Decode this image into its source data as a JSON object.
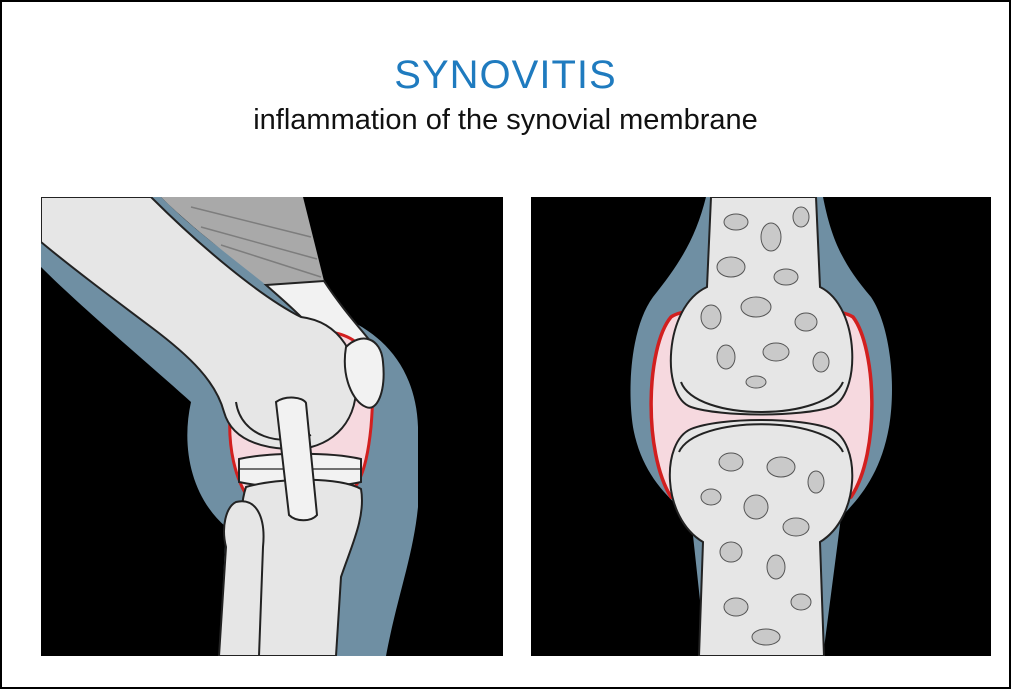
{
  "header": {
    "title": "SYNOVITIS",
    "subtitle": "inflammation of the synovial membrane"
  },
  "colors": {
    "title": "#1f7bbf",
    "panel_background": "#000000",
    "skin": "#6f8fa3",
    "bone": "#e6e6e6",
    "bone_light": "#f2f2f2",
    "synovial_fluid": "#f6d9df",
    "inflamed_membrane": "#d21f1f",
    "muscle": "#a9a9a9",
    "spongy_bone_holes": "#c9c9c9"
  },
  "illustrations": [
    {
      "view": "knee-side-view",
      "icon": "knee-joint-lateral"
    },
    {
      "view": "joint-front-view",
      "icon": "synovial-joint-cross-section"
    }
  ]
}
